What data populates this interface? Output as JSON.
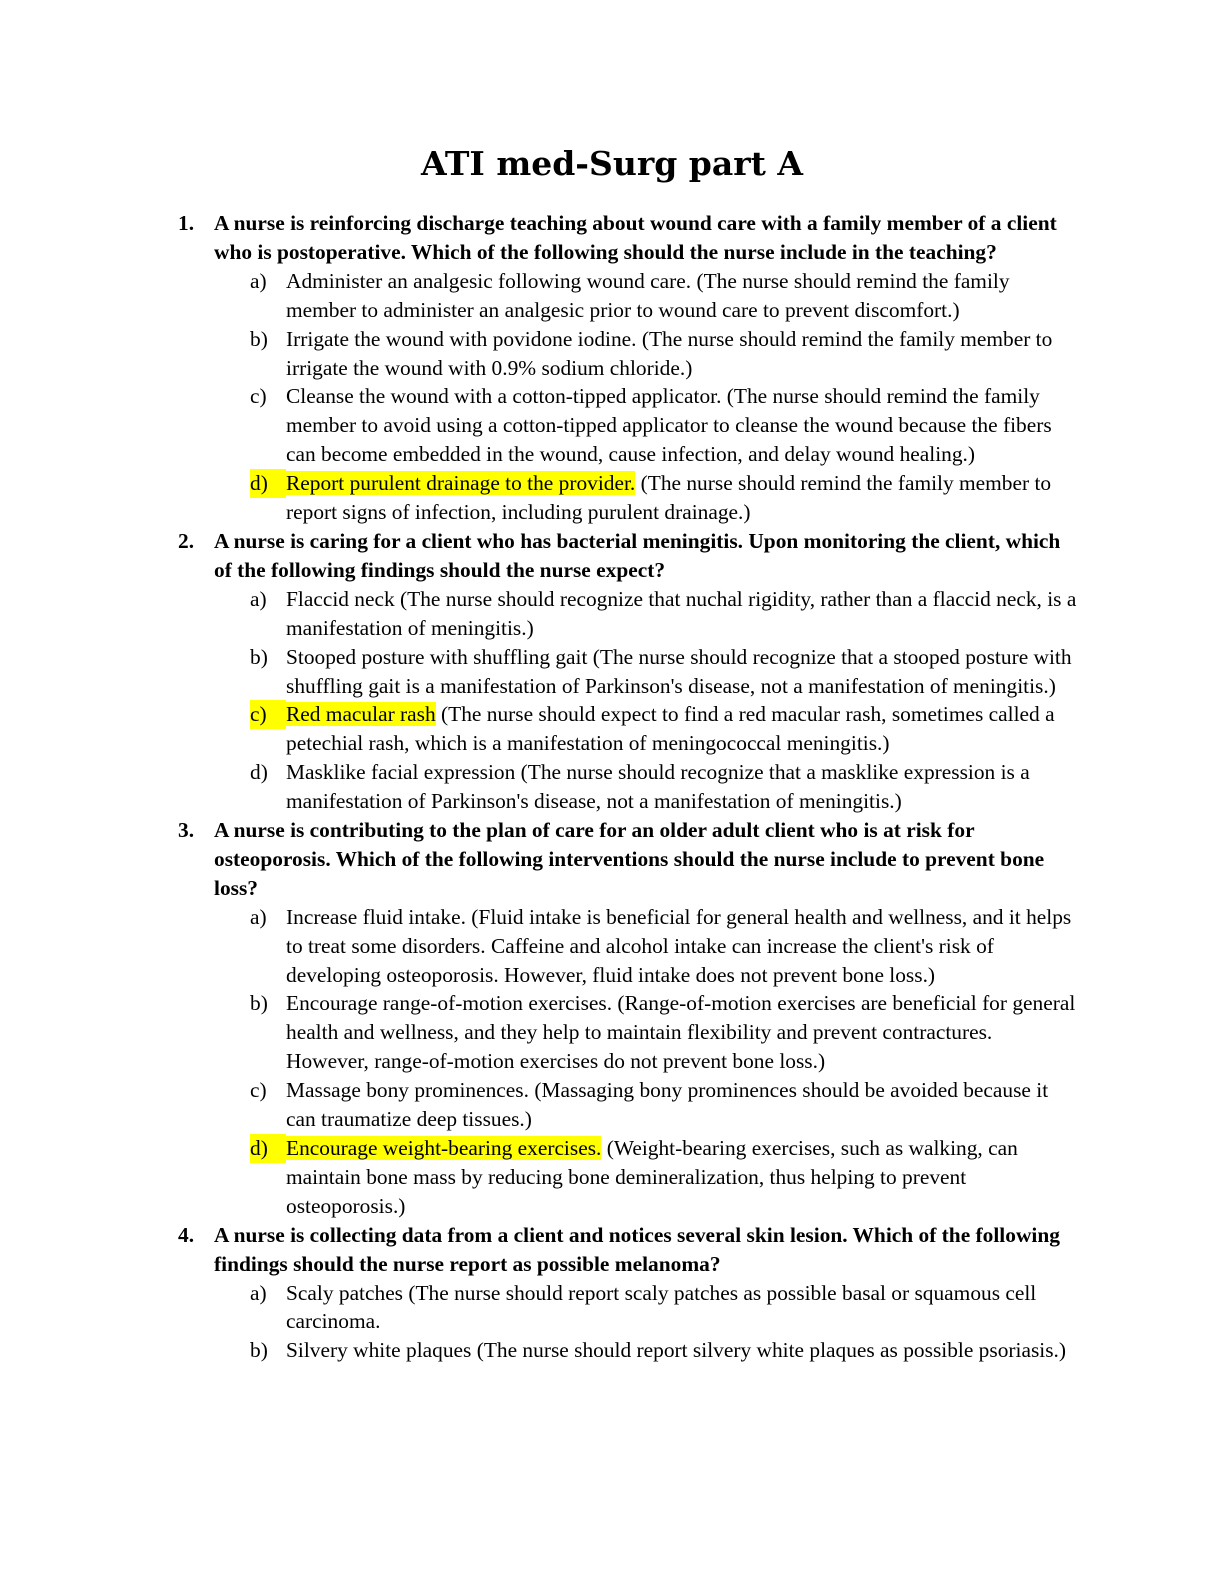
{
  "title": "ATI med-Surg part A",
  "highlight_color": "#ffff00",
  "questions": [
    {
      "number": "1.",
      "text": "A nurse is reinforcing discharge teaching about wound care with a family member of a client who is postoperative. Which of the following should the nurse include in the teaching?",
      "options": [
        {
          "letter": "a)",
          "answer": "Administer an analgesic following wound care.",
          "rationale": " (The nurse should remind the family member to administer an analgesic prior to wound care to prevent discomfort.)"
        },
        {
          "letter": "b)",
          "answer": "Irrigate the wound with povidone iodine.",
          "rationale": " (The nurse should remind the family member to irrigate the wound with 0.9% sodium chloride.)"
        },
        {
          "letter": "c)",
          "answer": "Cleanse the wound with a cotton-tipped applicator.",
          "rationale": " (The nurse should remind the family member to avoid using a cotton-tipped applicator to cleanse the wound because the fibers can become embedded in the wound, cause infection, and delay wound healing.)"
        },
        {
          "letter": "d)",
          "answer": "Report purulent drainage to the provider.",
          "rationale": " (The nurse should remind the family member to report signs of infection, including purulent drainage.)",
          "correct": true
        }
      ]
    },
    {
      "number": "2.",
      "text": "A nurse is caring for a client who has bacterial meningitis. Upon monitoring the client, which of the following findings should the nurse expect?",
      "options": [
        {
          "letter": "a)",
          "answer": "Flaccid neck",
          "rationale": " (The nurse should recognize that nuchal rigidity, rather than a flaccid neck, is a manifestation of meningitis.)"
        },
        {
          "letter": "b)",
          "answer": "Stooped posture with shuffling gait",
          "rationale": " (The nurse should recognize that a stooped posture with shuffling gait is a manifestation of Parkinson's disease, not a manifestation of meningitis.)"
        },
        {
          "letter": "c)",
          "answer": "Red macular rash",
          "rationale": " (The nurse should expect to find a red macular rash, sometimes called a petechial rash, which is a manifestation of meningococcal meningitis.)",
          "correct": true
        },
        {
          "letter": "d)",
          "answer": "Masklike facial expression",
          "rationale": " (The nurse should recognize that a masklike expression is a manifestation of Parkinson's disease, not a manifestation of meningitis.)"
        }
      ]
    },
    {
      "number": "3.",
      "text": "A nurse is contributing to the plan of care for an older adult client who is at risk for osteoporosis. Which of the following interventions should the nurse include to prevent bone loss?",
      "options": [
        {
          "letter": "a)",
          "answer": "Increase fluid intake.",
          "rationale": " (Fluid intake is beneficial for general health and wellness, and it helps to treat some disorders. Caffeine and alcohol intake can increase the client's risk of developing osteoporosis. However, fluid intake does not prevent bone loss.)"
        },
        {
          "letter": "b)",
          "answer": "Encourage range-of-motion exercises.",
          "rationale": " (Range-of-motion exercises are beneficial for general health and wellness, and they help to maintain flexibility and prevent contractures. However, range-of-motion exercises do not prevent bone loss.)"
        },
        {
          "letter": "c)",
          "answer": "Massage bony prominences.",
          "rationale": " (Massaging bony prominences should be avoided because it can traumatize deep tissues.)"
        },
        {
          "letter": "d)",
          "answer": "Encourage weight-bearing exercises.",
          "rationale": " (Weight-bearing exercises, such as walking, can maintain bone mass by reducing bone demineralization, thus helping to prevent osteoporosis.)",
          "correct": true
        }
      ]
    },
    {
      "number": "4.",
      "text": "A nurse is collecting data from a client and notices several skin lesion. Which of the following findings should the nurse report as possible melanoma?",
      "options": [
        {
          "letter": "a)",
          "answer": "Scaly patches",
          "rationale": " (The nurse should report scaly patches as possible basal or squamous cell carcinoma."
        },
        {
          "letter": "b)",
          "answer": "Silvery white plaques",
          "rationale": " (The nurse should report silvery white plaques as possible psoriasis.)"
        }
      ]
    }
  ]
}
